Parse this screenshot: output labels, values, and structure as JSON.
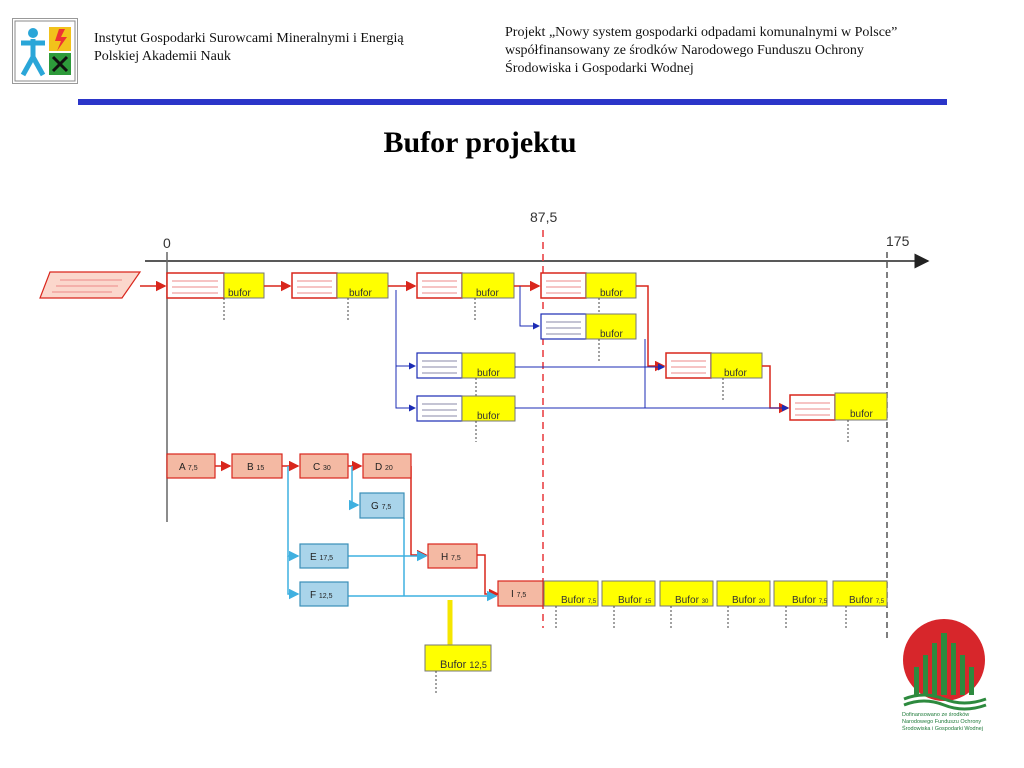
{
  "header": {
    "institute_line1": "Instytut Gospodarki Surowcami Mineralnymi i Energią",
    "institute_line2": "Polskiej Akademii Nauk",
    "project_line1": "Projekt „Nowy system gospodarki odpadami komunalnymi w Polsce”",
    "project_line2": "współfinansowany ze środków Narodowego Funduszu Ochrony",
    "project_line3": "Środowiska i Gospodarki Wodnej"
  },
  "slide": {
    "title": "Bufor projektu"
  },
  "timeline": {
    "start": "0",
    "mid": "87,5",
    "end": "175"
  },
  "top_network": {
    "buffer_label": "bufor"
  },
  "chain": [
    {
      "id": "A",
      "label": "A",
      "dur": "7,5"
    },
    {
      "id": "B",
      "label": "B",
      "dur": "15"
    },
    {
      "id": "C",
      "label": "C",
      "dur": "30"
    },
    {
      "id": "D",
      "label": "D",
      "dur": "20"
    },
    {
      "id": "G",
      "label": "G",
      "dur": "7,5"
    },
    {
      "id": "E",
      "label": "E",
      "dur": "17,5"
    },
    {
      "id": "F",
      "label": "F",
      "dur": "12,5"
    },
    {
      "id": "H",
      "label": "H",
      "dur": "7,5"
    },
    {
      "id": "I",
      "label": "I",
      "dur": "7,5"
    }
  ],
  "project_buffers": [
    {
      "label": "Bufor",
      "dur": "7,5"
    },
    {
      "label": "Bufor",
      "dur": "15"
    },
    {
      "label": "Bufor",
      "dur": "30"
    },
    {
      "label": "Bufor",
      "dur": "20"
    },
    {
      "label": "Bufor",
      "dur": "7,5"
    },
    {
      "label": "Bufor",
      "dur": "7,5"
    }
  ],
  "feeding_buffer": {
    "label": "Bufor",
    "dur": "12,5"
  },
  "footer": {
    "caption_line1": "Dofinansowano ze środków",
    "caption_line2": "Narodowego Funduszu Ochrony",
    "caption_line3": "Środowiska i Gospodarki Wodnej"
  },
  "colors": {
    "rule": "#2b35c9",
    "task_red": "#f4b9a3",
    "task_blue": "#a9d4ea",
    "buffer_yellow": "#ffff00",
    "dash_red": "#e8373a"
  }
}
